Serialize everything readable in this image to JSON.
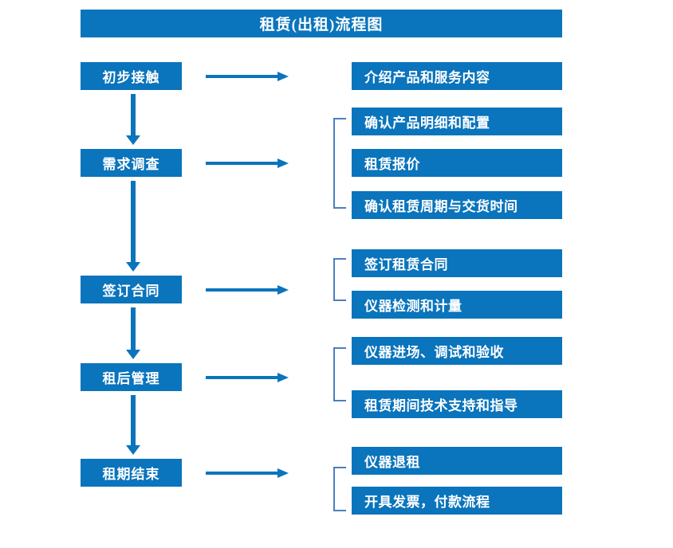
{
  "diagram": {
    "title": "租赁(出租)流程图",
    "accent_color": "#0A74BC",
    "bracket_color": "#4A7FC1",
    "background_color": "#FFFFFF",
    "type": "flowchart",
    "stages": [
      {
        "label": "初步接触"
      },
      {
        "label": "需求调查"
      },
      {
        "label": "签订合同"
      },
      {
        "label": "租后管理"
      },
      {
        "label": "租期结束"
      }
    ],
    "details": [
      {
        "label": "介绍产品和服务内容"
      },
      {
        "label": "确认产品明细和配置"
      },
      {
        "label": "租赁报价"
      },
      {
        "label": "确认租赁周期与交货时间"
      },
      {
        "label": "签订租赁合同"
      },
      {
        "label": "仪器检测和计量"
      },
      {
        "label": "仪器进场、调试和验收"
      },
      {
        "label": "租赁期间技术支持和指导"
      },
      {
        "label": "仪器退租"
      },
      {
        "label": "开具发票，付款流程"
      }
    ]
  }
}
